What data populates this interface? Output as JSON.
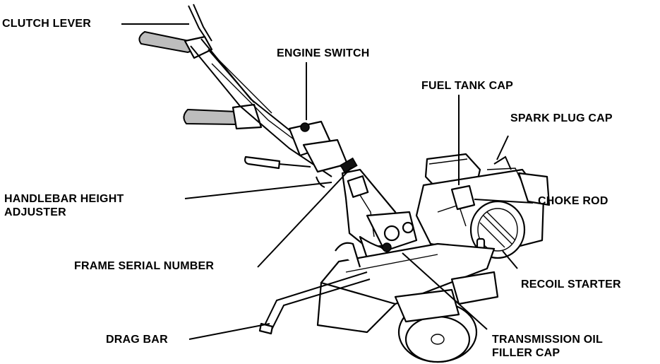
{
  "labels": {
    "clutch_lever": "CLUTCH LEVER",
    "engine_switch": "ENGINE SWITCH",
    "fuel_tank_cap": "FUEL TANK CAP",
    "spark_plug_cap": "SPARK PLUG CAP",
    "handlebar_height_adjuster_line1": "HANDLEBAR HEIGHT",
    "handlebar_height_adjuster_line2": "ADJUSTER",
    "choke_rod": "CHOKE ROD",
    "frame_serial_number": "FRAME SERIAL NUMBER",
    "recoil_starter": "RECOIL STARTER",
    "drag_bar": "DRAG BAR",
    "transmission_oil_filler_cap_line1": "TRANSMISSION OIL",
    "transmission_oil_filler_cap_line2": "FILLER CAP"
  }
}
